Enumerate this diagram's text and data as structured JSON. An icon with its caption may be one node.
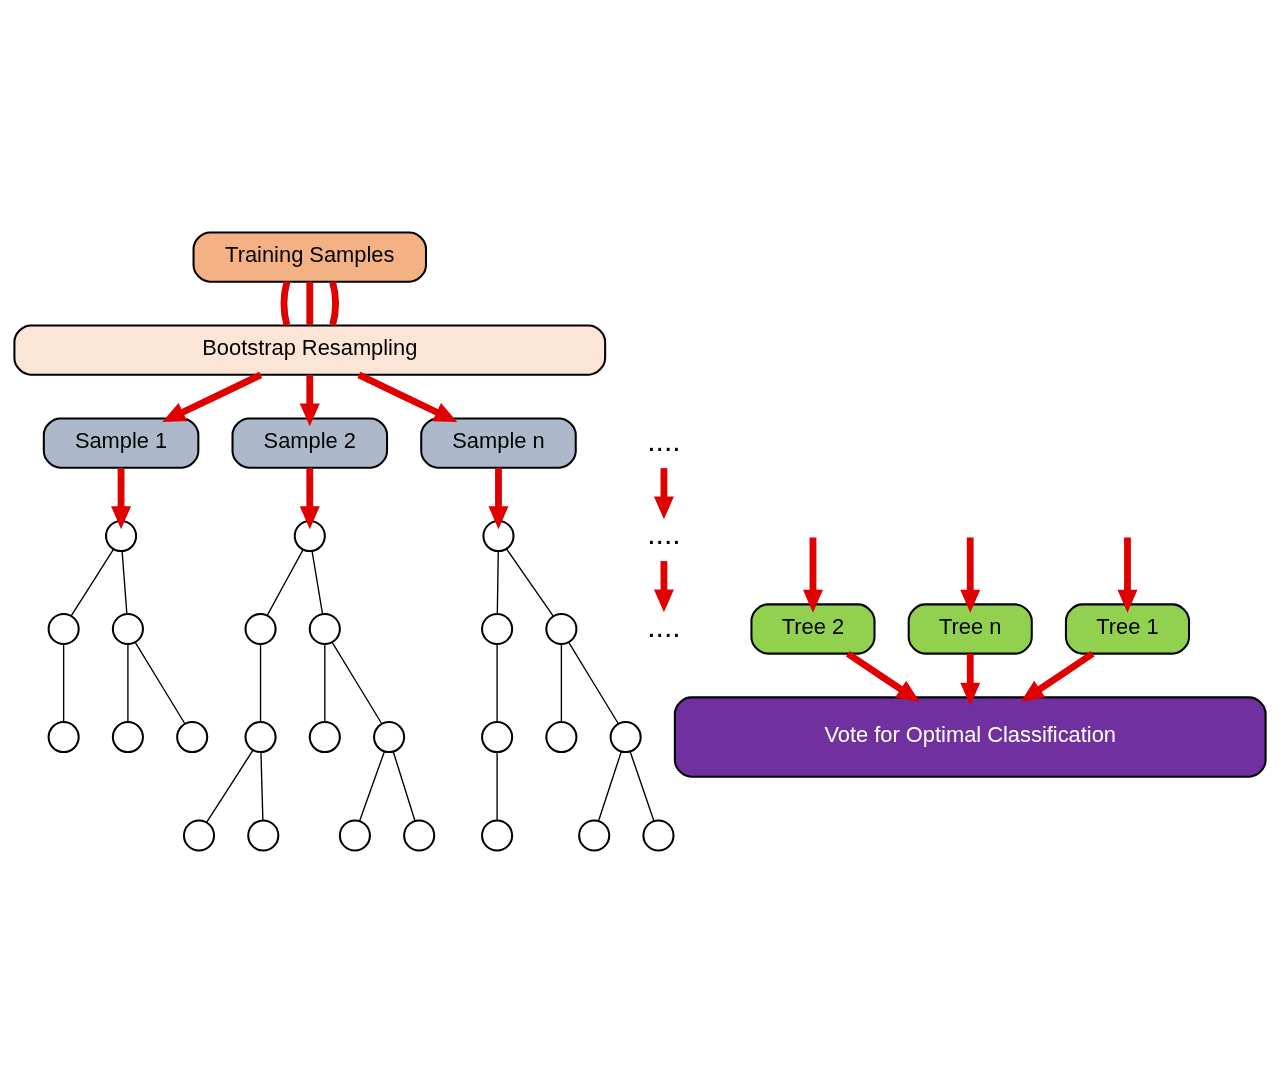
{
  "diagram": {
    "nodes": [
      {
        "text": [
          "Training Samples"
        ]
      },
      {
        "text": [
          "Bootstrap Resampling"
        ]
      },
      {
        "text": [
          "Sample 1"
        ]
      },
      {
        "text": [
          "Sample 2"
        ]
      },
      {
        "text": [
          "...."
        ]
      },
      {
        "text": [
          "Sample n"
        ]
      },
      {
        "text": [],
        "shape": "circle"
      },
      {
        "text": [],
        "shape": "circle"
      },
      {
        "text": [],
        "shape": "circle"
      },
      {
        "text": [],
        "shape": "circle"
      },
      {
        "text": [],
        "shape": "circle"
      },
      {
        "text": [],
        "shape": "circle"
      },
      {
        "text": [],
        "shape": "circle"
      },
      {
        "text": [],
        "shape": "circle"
      },
      {
        "text": [],
        "shape": "circle"
      },
      {
        "text": [],
        "shape": "circle"
      },
      {
        "text": [],
        "shape": "circle"
      },
      {
        "text": [],
        "shape": "circle"
      },
      {
        "text": [],
        "shape": "circle"
      },
      {
        "text": [],
        "shape": "circle"
      },
      {
        "text": [],
        "shape": "circle"
      },
      {
        "text": [],
        "shape": "circle"
      },
      {
        "text": [
          "...."
        ]
      },
      {
        "text": [],
        "shape": "circle"
      },
      {
        "text": [],
        "shape": "circle"
      },
      {
        "text": [],
        "shape": "circle"
      },
      {
        "text": [],
        "shape": "circle"
      },
      {
        "text": [],
        "shape": "circle"
      },
      {
        "text": [],
        "shape": "circle"
      },
      {
        "text": [],
        "shape": "circle"
      },
      {
        "text": [],
        "shape": "circle"
      },
      {
        "text": [],
        "shape": "circle"
      },
      {
        "text": [
          "Tree 1"
        ]
      },
      {
        "text": [
          "Tree 2"
        ]
      },
      {
        "text": [
          "...."
        ]
      },
      {
        "text": [
          "Tree n"
        ]
      },
      {
        "text": [
          "Vote for Optimal Classification"
        ]
      }
    ],
    "edges": [
      {
        "from": 0,
        "to": 1,
        "arrow": "none",
        "style": "thick",
        "color": "#e00000"
      },
      {
        "from": 0,
        "to": 1,
        "arrow": "none",
        "style": "thick",
        "color": "#e00000"
      },
      {
        "from": 0,
        "to": 1,
        "arrow": "none",
        "style": "thick",
        "color": "#e00000"
      },
      {
        "from": 1,
        "to": 2,
        "arrow": "to",
        "style": "thick",
        "color": "#e00000"
      },
      {
        "from": 1,
        "to": 3,
        "arrow": "to",
        "style": "thick",
        "color": "#e00000"
      },
      {
        "from": 1,
        "to": 5,
        "arrow": "to",
        "style": "thick",
        "color": "#e00000"
      },
      {
        "from": 2,
        "to": 6,
        "arrow": "to",
        "style": "thick",
        "color": "#e00000"
      },
      {
        "from": 3,
        "to": 12,
        "arrow": "to",
        "style": "thick",
        "color": "#e00000"
      },
      {
        "from": 5,
        "to": 23,
        "arrow": "to",
        "style": "thick",
        "color": "#e00000"
      },
      {
        "from": 6,
        "to": 7,
        "arrow": "none"
      },
      {
        "from": 6,
        "to": 8,
        "arrow": "none"
      },
      {
        "from": 7,
        "to": 9,
        "arrow": "none"
      },
      {
        "from": 8,
        "to": 10,
        "arrow": "none"
      },
      {
        "from": 8,
        "to": 11,
        "arrow": "none"
      },
      {
        "from": 12,
        "to": 13,
        "arrow": "none"
      },
      {
        "from": 12,
        "to": 14,
        "arrow": "none"
      },
      {
        "from": 13,
        "to": 15,
        "arrow": "none"
      },
      {
        "from": 14,
        "to": 16,
        "arrow": "none"
      },
      {
        "from": 14,
        "to": 17,
        "arrow": "none"
      },
      {
        "from": 15,
        "to": 18,
        "arrow": "none"
      },
      {
        "from": 15,
        "to": 19,
        "arrow": "none"
      },
      {
        "from": 17,
        "to": 20,
        "arrow": "none"
      },
      {
        "from": 17,
        "to": 21,
        "arrow": "none"
      },
      {
        "from": 23,
        "to": 24,
        "arrow": "none"
      },
      {
        "from": 23,
        "to": 25,
        "arrow": "none"
      },
      {
        "from": 24,
        "to": 26,
        "arrow": "none"
      },
      {
        "from": 25,
        "to": 27,
        "arrow": "none"
      },
      {
        "from": 25,
        "to": 28,
        "arrow": "none"
      },
      {
        "from": 26,
        "to": 29,
        "arrow": "none"
      },
      {
        "from": 28,
        "to": 30,
        "arrow": "none"
      },
      {
        "from": 28,
        "to": 31,
        "arrow": "none"
      },
      {
        "from": 4,
        "to": 22,
        "arrow": "to",
        "style": "thick",
        "color": "#e00000"
      },
      {
        "from": 22,
        "to": 34,
        "arrow": "to",
        "style": "thick",
        "color": "#e00000"
      },
      {
        "from": null,
        "to": 32,
        "arrow": "to",
        "style": "thick",
        "color": "#e00000"
      },
      {
        "from": null,
        "to": 33,
        "arrow": "to",
        "style": "thick",
        "color": "#e00000"
      },
      {
        "from": null,
        "to": 35,
        "arrow": "to",
        "style": "thick",
        "color": "#e00000"
      },
      {
        "from": 32,
        "to": 36,
        "arrow": "to",
        "style": "thick",
        "color": "#e00000"
      },
      {
        "from": 33,
        "to": 36,
        "arrow": "to",
        "style": "thick",
        "color": "#e00000"
      },
      {
        "from": 35,
        "to": 36,
        "arrow": "to",
        "style": "thick",
        "color": "#e00000"
      }
    ]
  }
}
